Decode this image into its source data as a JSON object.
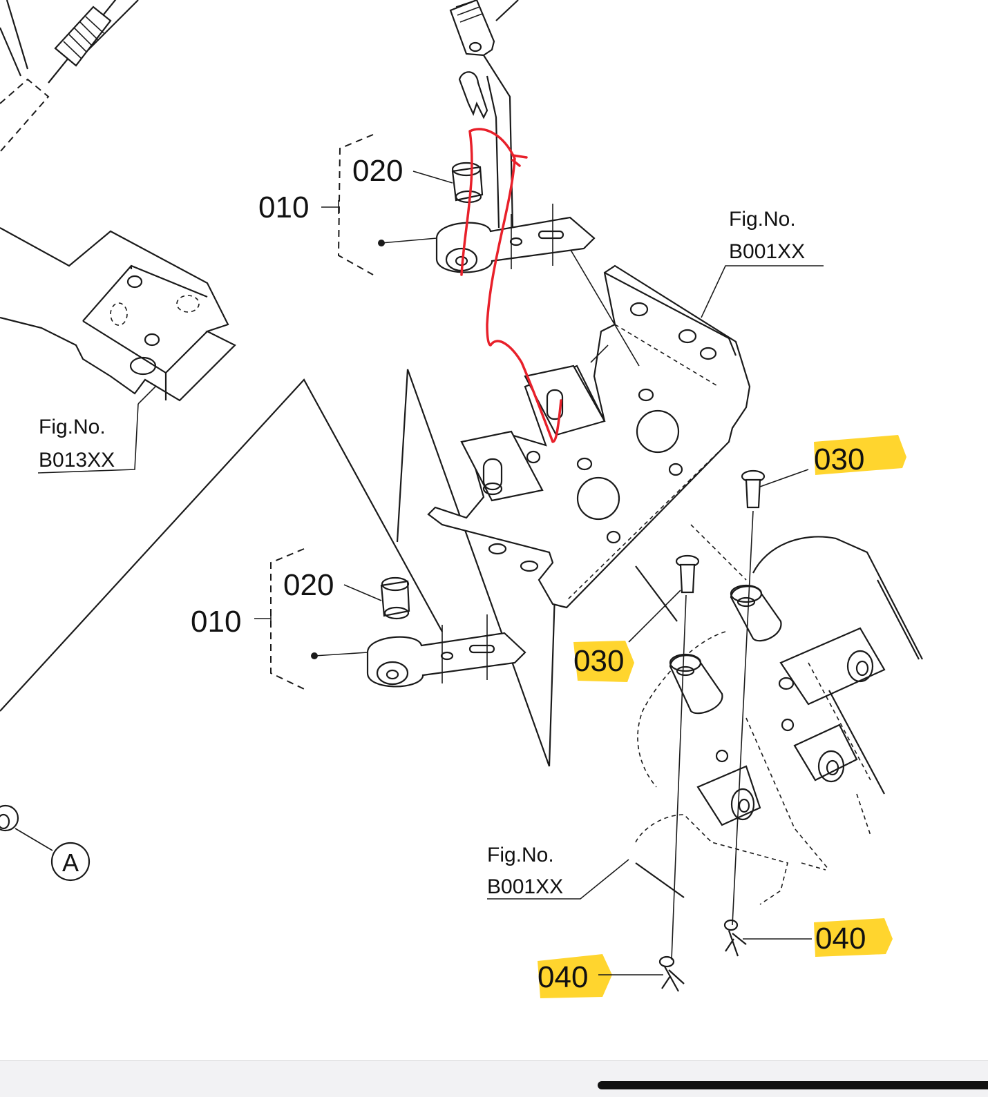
{
  "labels": {
    "top_group_bracket": "010",
    "top_group_bushing": "020",
    "bottom_group_bracket": "010",
    "bottom_group_bushing": "020",
    "bolt_right": "030",
    "bolt_left": "030",
    "pin_right": "040",
    "pin_left": "040",
    "fig_ref_top_right": "Fig.No.",
    "fig_ref_top_right_code": "B001XX",
    "fig_ref_left": "Fig.No.",
    "fig_ref_left_code": "B013XX",
    "fig_ref_bottom": "Fig.No.",
    "fig_ref_bottom_code": "B001XX",
    "circle_callout": "A"
  },
  "colors": {
    "line": "#1a1a1a",
    "highlight": "#ffd52e",
    "annotation": "#e8202a"
  }
}
